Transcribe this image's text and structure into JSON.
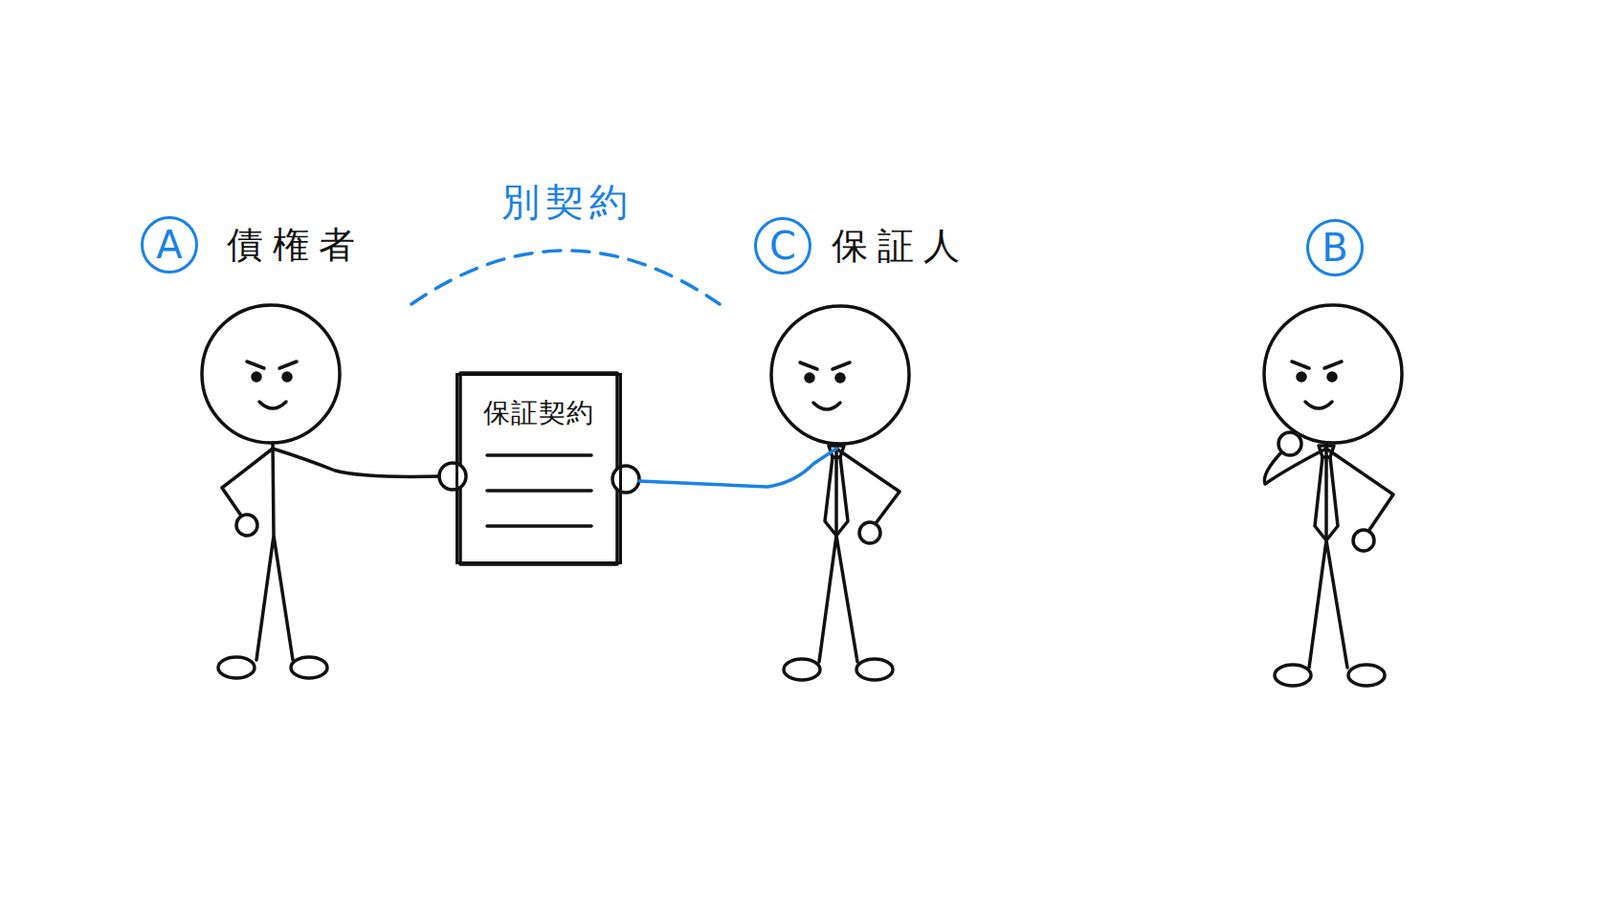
{
  "diagram": {
    "nodes": [
      {
        "text": [
          "A",
          "債権者"
        ]
      },
      {
        "text": [
          "保証契約"
        ]
      },
      {
        "text": [
          "C",
          "保証人"
        ]
      },
      {
        "text": [
          "B"
        ]
      }
    ],
    "labels": [
      "別契約"
    ]
  }
}
